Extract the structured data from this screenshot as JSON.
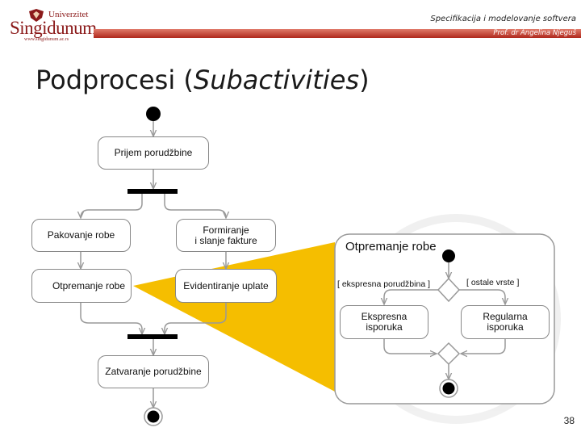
{
  "header": {
    "course_title": "Specifikacija i modelovanje softvera",
    "author": "Prof. dr Angelina Njeguš"
  },
  "logo": {
    "top_text": "Univerzitet",
    "main_text": "Singidunum",
    "url": "www.singidunum.ac.rs"
  },
  "slide": {
    "title_plain": "Podprocesi (",
    "title_italic": "Subactivities",
    "title_end": ")",
    "page_number": "38"
  },
  "main_diagram": {
    "receive_order": "Prijem porudžbine",
    "package_goods": "Pakovanje robe",
    "invoice_line1": "Formiranje",
    "invoice_line2": "i slanje fakture",
    "ship_goods": "Otpremanje robe",
    "record_payment": "Evidentiranje uplate",
    "close_order": "Zatvaranje porudžbine"
  },
  "subactivity": {
    "title": "Otpremanje robe",
    "guard_express": "[ ekspresna porudžbina ]",
    "guard_other": "[ ostale vrste ]",
    "express_line1": "Ekspresna",
    "express_line2": "isporuka",
    "regular_line1": "Regularna",
    "regular_line2": "isporuka"
  },
  "colors": {
    "accent_red": "#b0281c",
    "callout_yellow": "#f5be00",
    "line_gray": "#999999"
  }
}
